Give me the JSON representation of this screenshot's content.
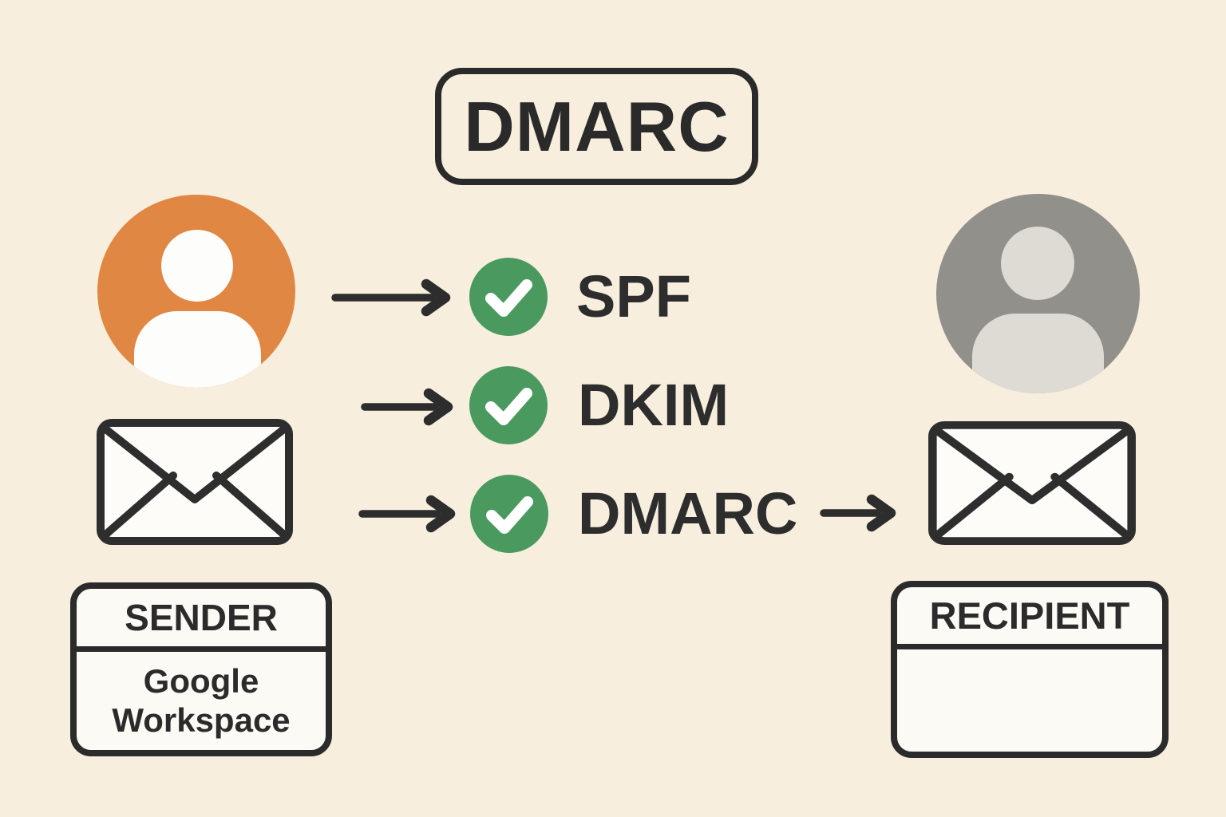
{
  "title_box": {
    "label": "DMARC"
  },
  "sender": {
    "role_label": "SENDER",
    "name": "Google Workspace",
    "avatar_color": "#e08743",
    "avatar_figure_color": "#fdfdfb"
  },
  "recipient": {
    "role_label": "RECIPIENT",
    "name": "",
    "avatar_color": "#91908b",
    "avatar_figure_color": "#dedbd4"
  },
  "checks": [
    {
      "label": "SPF",
      "status": "pass"
    },
    {
      "label": "DKIM",
      "status": "pass"
    },
    {
      "label": "DMARC",
      "status": "pass"
    }
  ],
  "colors": {
    "background": "#f7eedd",
    "ink": "#2d2d2d",
    "check_green": "#4a9a60",
    "check_mark": "#ffffff",
    "panel_fill": "#fcfaf5"
  }
}
